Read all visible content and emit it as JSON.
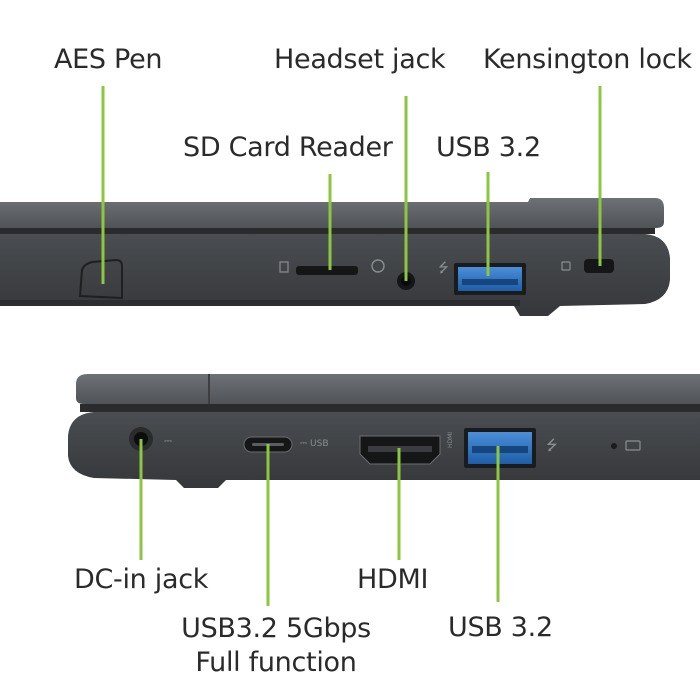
{
  "colors": {
    "callout_line": "#8dc63f",
    "chassis_dark": "#3b3d40",
    "chassis_mid": "#55585c",
    "chassis_light": "#6d7074",
    "usb_blue": "#2f6fb5",
    "label_text": "#2a2a2a"
  },
  "top_view": {
    "labels": {
      "aes_pen": "AES Pen",
      "headset_jack": "Headset jack",
      "kensington_lock": "Kensington lock",
      "sd_card_reader": "SD Card Reader",
      "usb_3_2": "USB 3.2"
    }
  },
  "bottom_view": {
    "labels": {
      "dc_in_jack": "DC-in jack",
      "usb_c_line1": "USB3.2 5Gbps",
      "usb_c_line2": "Full function",
      "hdmi": "HDMI",
      "usb_3_2": "USB 3.2"
    }
  },
  "icons": [
    "pen-slot-icon",
    "sd-card-icon",
    "headset-icon",
    "usb-icon",
    "lock-icon",
    "dc-power-icon",
    "usb-c-icon",
    "hdmi-icon",
    "battery-icon"
  ]
}
